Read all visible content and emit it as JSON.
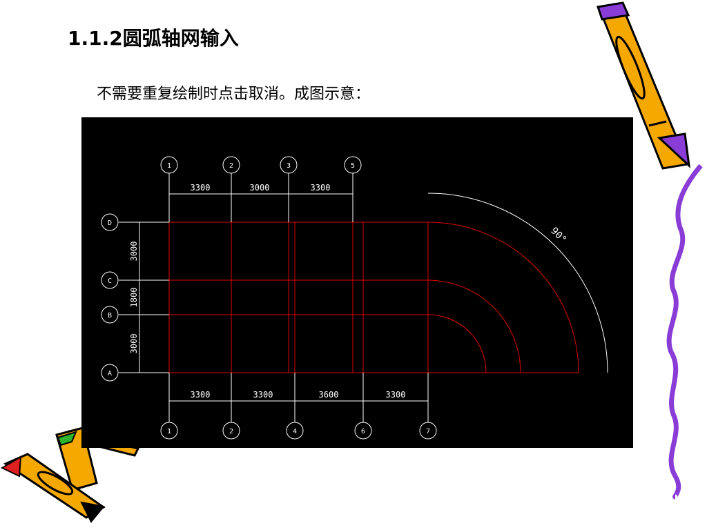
{
  "slide": {
    "heading": "1.1.2圆弧轴网输入",
    "instruction": "不需要重复绘制时点击取消。成图示意："
  },
  "drawing": {
    "background": "#000000",
    "grid_color": "#e00000",
    "line_color": "#ffffff",
    "top_axes": [
      "1",
      "2",
      "3",
      "5"
    ],
    "top_dims": [
      "3300",
      "3000",
      "3300"
    ],
    "bottom_axes": [
      "1",
      "2",
      "4",
      "6",
      "7"
    ],
    "bottom_dims": [
      "3300",
      "3300",
      "3600",
      "3300"
    ],
    "left_axes": [
      "D",
      "C",
      "B",
      "A"
    ],
    "left_dims": [
      "3000",
      "1800",
      "3000"
    ],
    "arc_angle": "90°"
  },
  "decor": {
    "pencil_fill": "#f5a800",
    "accent_purple": "#8a3cd6"
  }
}
